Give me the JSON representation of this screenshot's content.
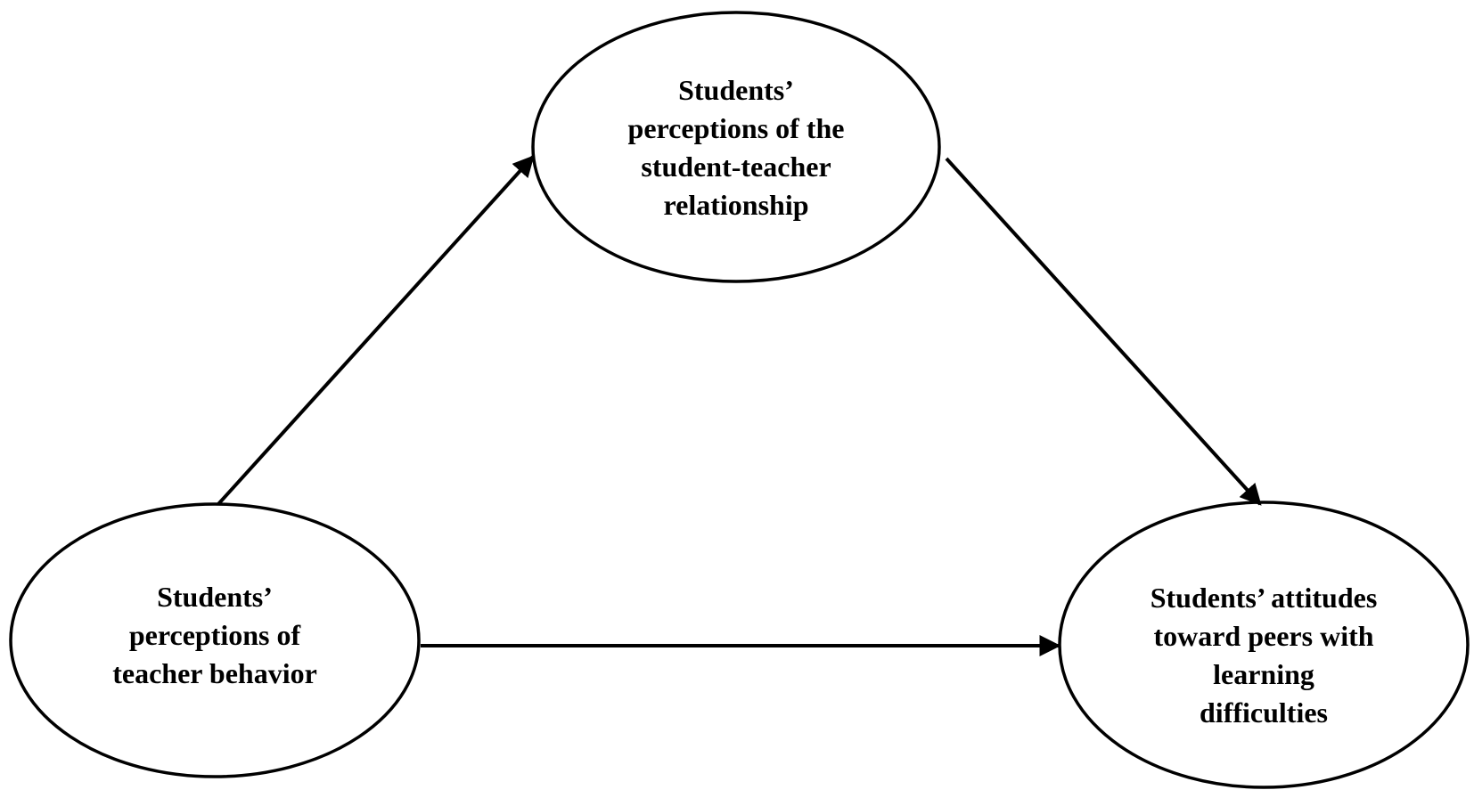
{
  "colors": {
    "background": "#ffffff",
    "stroke": "#000000",
    "text": "#000000"
  },
  "nodes": {
    "mediator": {
      "lines": [
        "Students’",
        "perceptions of the",
        "student-teacher",
        "relationship"
      ]
    },
    "predictor": {
      "lines": [
        "Students’",
        "perceptions of",
        "teacher behavior"
      ]
    },
    "outcome": {
      "lines": [
        "Students’ attitudes",
        "toward peers with",
        "learning",
        "difficulties"
      ]
    }
  },
  "edges": [
    {
      "from": "predictor",
      "to": "mediator"
    },
    {
      "from": "mediator",
      "to": "outcome"
    },
    {
      "from": "predictor",
      "to": "outcome"
    }
  ]
}
